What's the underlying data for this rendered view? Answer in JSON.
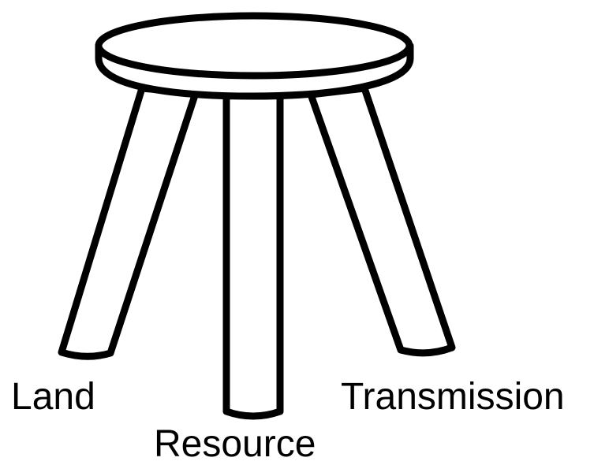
{
  "diagram": {
    "labels": {
      "left_leg": "Land",
      "center_leg": "Resource",
      "right_leg": "Transmission"
    },
    "colors": {
      "stroke": "#000000",
      "fill": "#ffffff",
      "background": "#ffffff"
    },
    "icon": "three-legged-stool-icon"
  }
}
